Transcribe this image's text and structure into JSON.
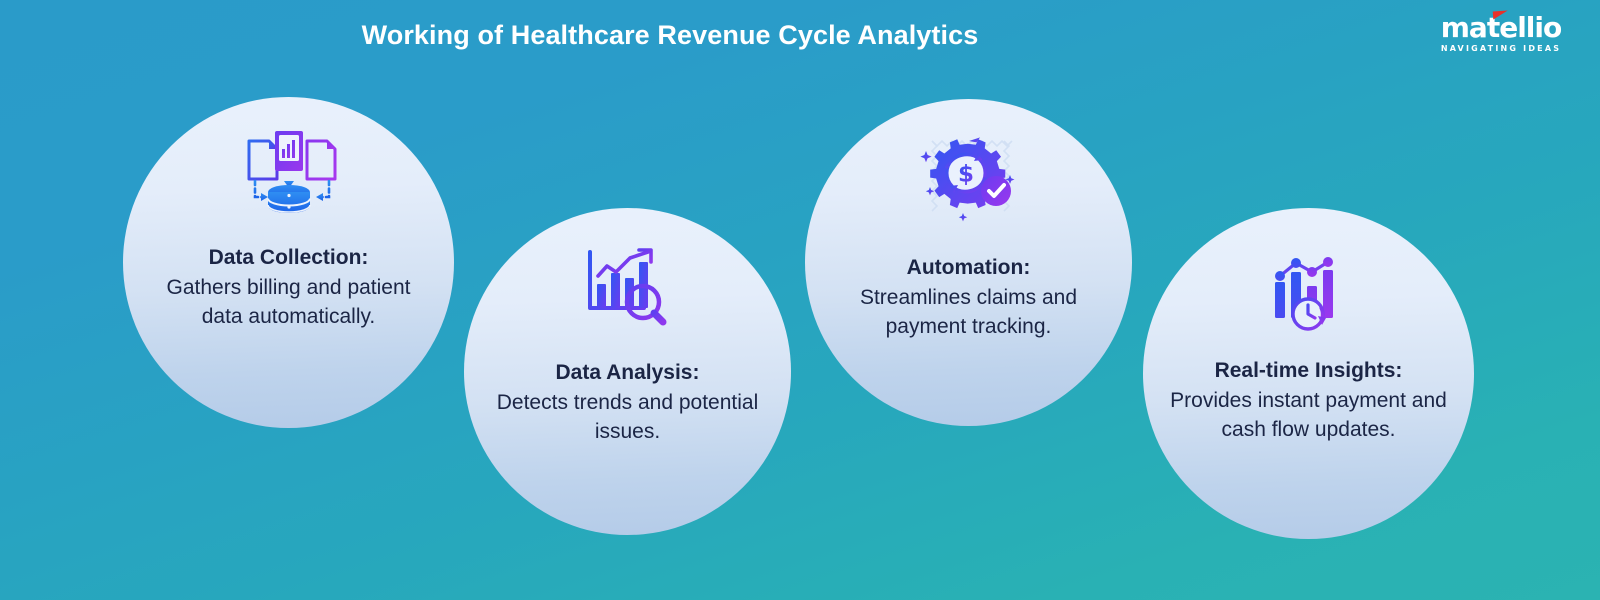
{
  "header": {
    "title": "Working of Healthcare Revenue Cycle Analytics"
  },
  "logo": {
    "name": "matellio",
    "tagline": "NAVIGATING IDEAS",
    "accent_color": "#e8302a",
    "text_color": "#ffffff"
  },
  "theme": {
    "bg_top": "#2a9bc9",
    "bg_bottom": "#2bb3b2",
    "circle_top": "#e9f1fc",
    "circle_bottom": "#b4cbe8",
    "text_color": "#1b2545",
    "icon_blue": "#2f5ef0",
    "icon_purple": "#8a3ff0"
  },
  "steps": [
    {
      "id": "data-collection",
      "icon": "documents-to-database-icon",
      "heading": "Data Collection:",
      "body": "Gathers billing and patient data automatically."
    },
    {
      "id": "data-analysis",
      "icon": "bar-chart-magnifier-icon",
      "heading": "Data Analysis:",
      "body": "Detects trends and potential issues."
    },
    {
      "id": "automation",
      "icon": "gear-dollar-check-icon",
      "heading": "Automation:",
      "body": "Streamlines claims and payment tracking."
    },
    {
      "id": "real-time-insights",
      "icon": "bar-chart-clock-icon",
      "heading": "Real-time Insights:",
      "body": "Provides instant payment and cash flow updates."
    }
  ]
}
